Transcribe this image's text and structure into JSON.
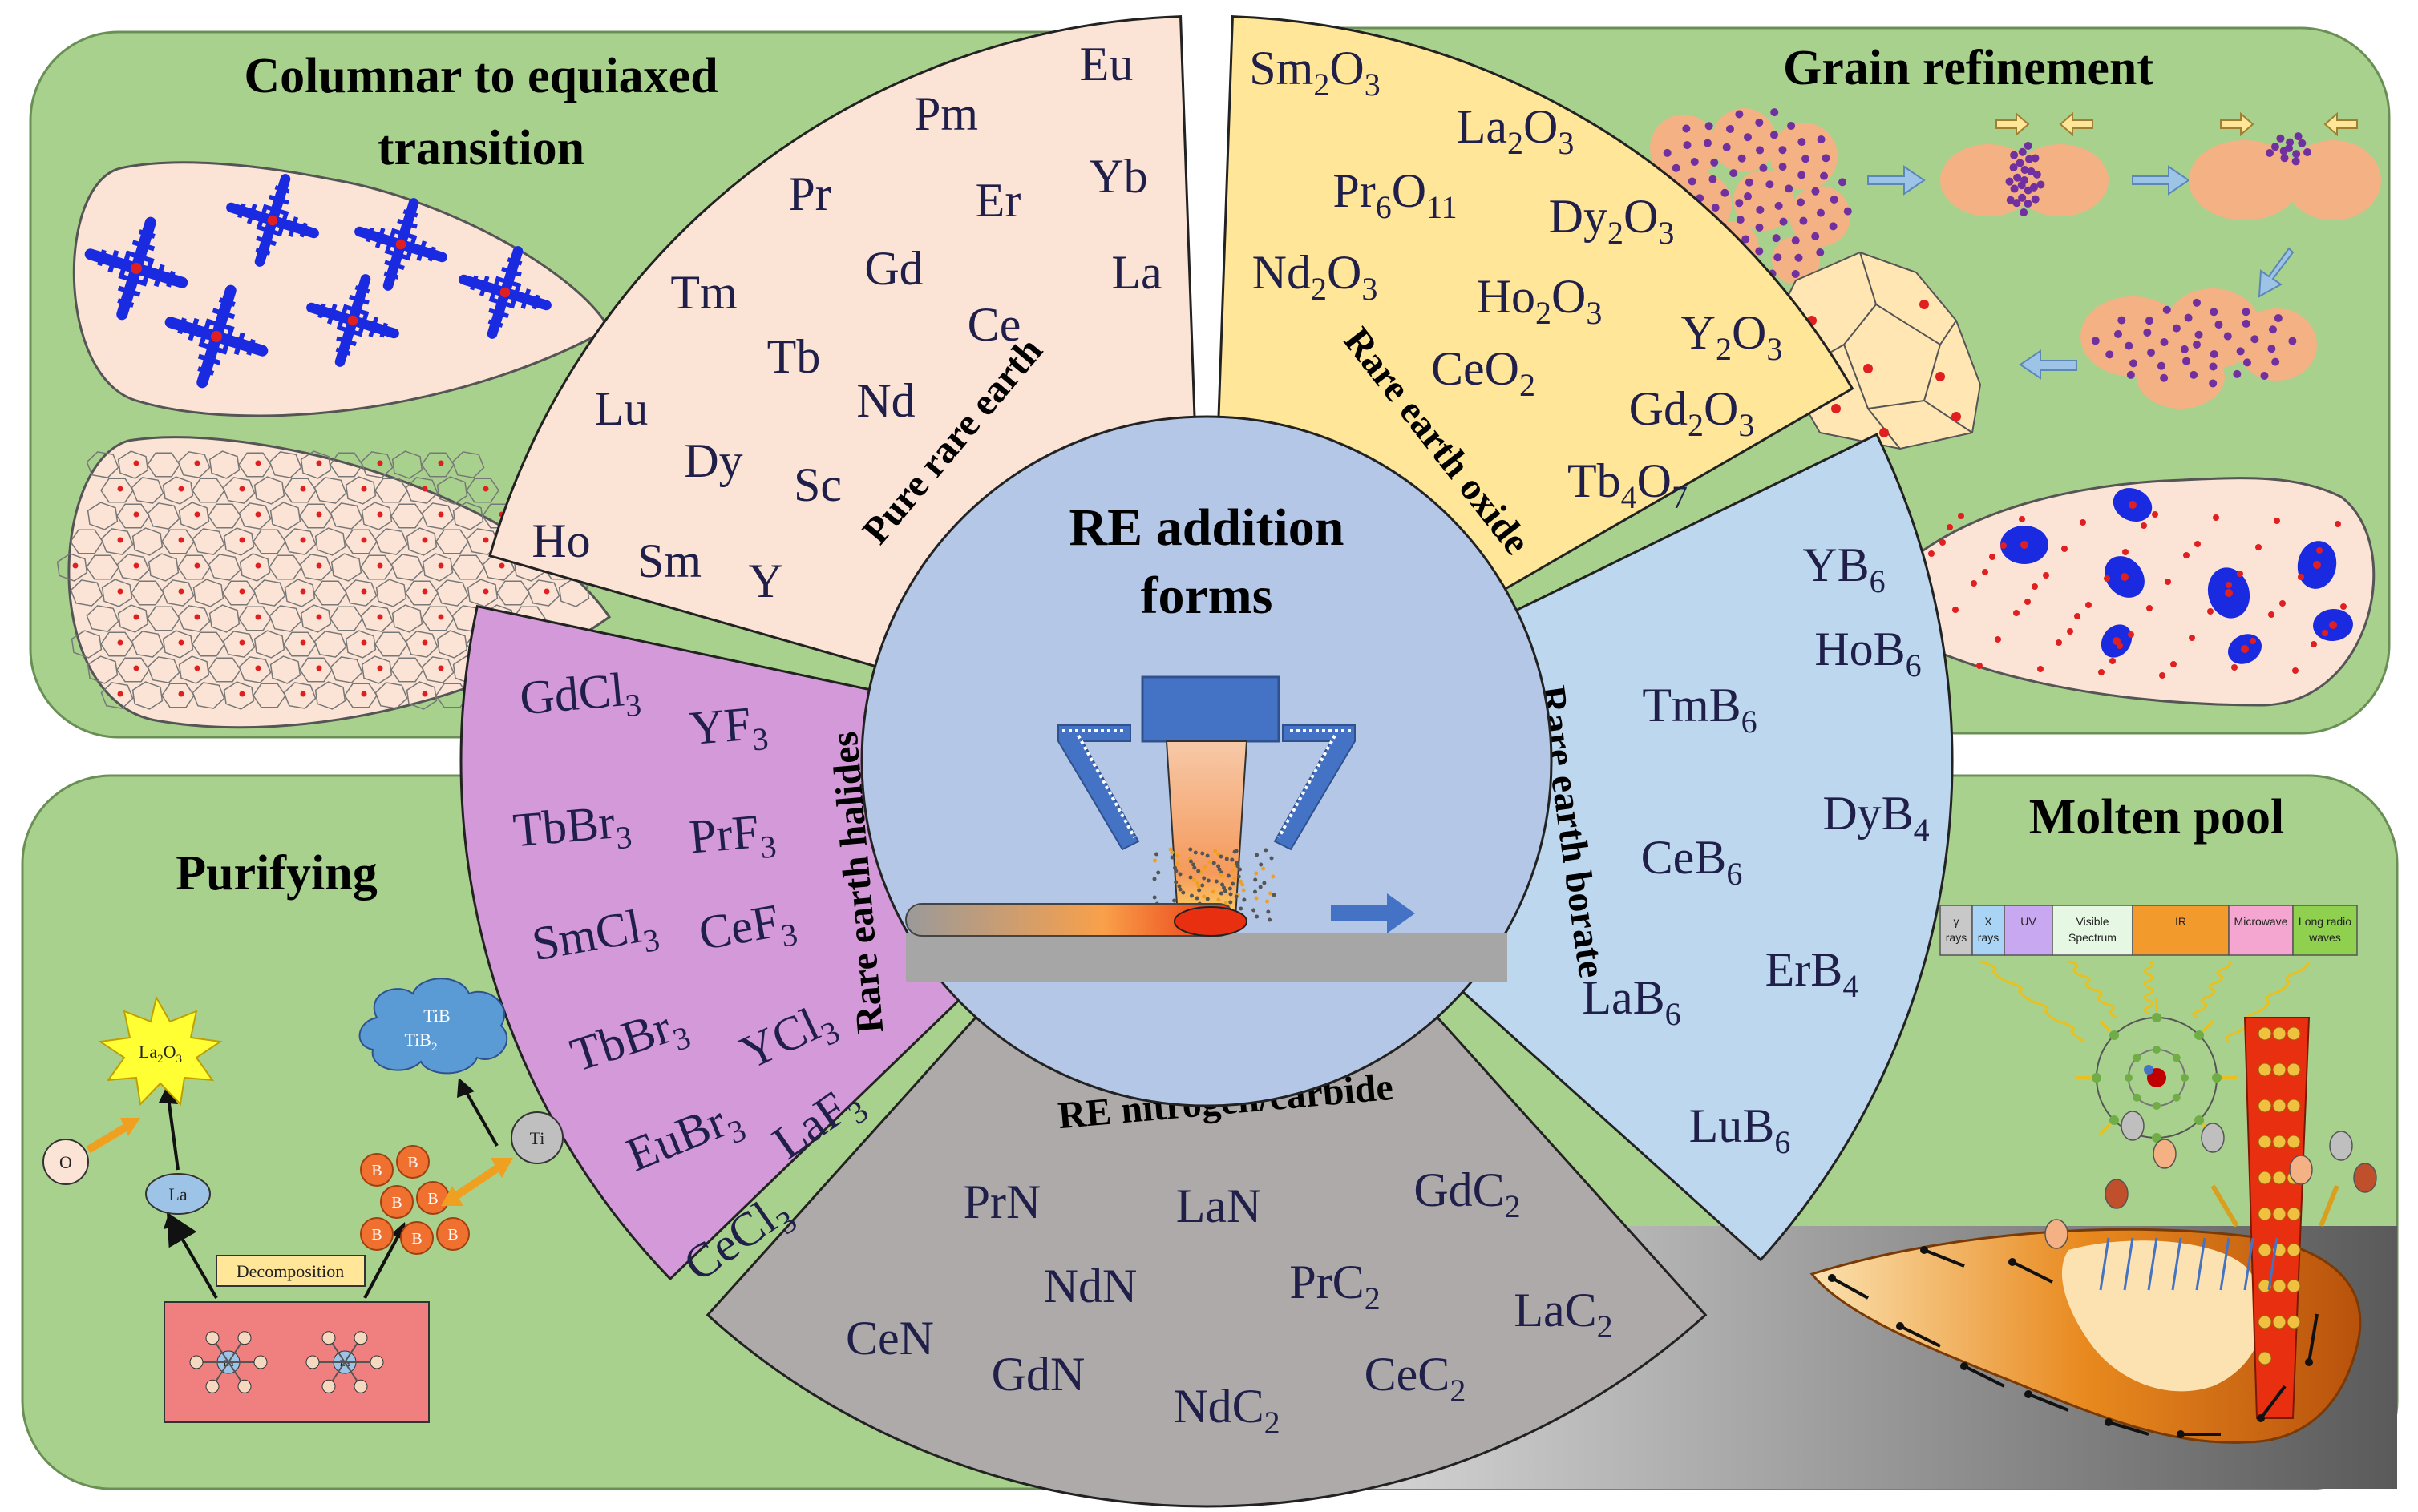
{
  "headings": {
    "columnar": [
      "Columnar to equiaxed",
      "transition"
    ],
    "grain": "Grain refinement",
    "purifying": "Purifying",
    "molten": "Molten pool"
  },
  "center": {
    "title_line1": "RE addition",
    "title_line2": "forms"
  },
  "sectors": {
    "pure": {
      "title": "Pure rare earth",
      "elements": [
        "Eu",
        "Pm",
        "Yb",
        "Pr",
        "Er",
        "La",
        "Gd",
        "Tm",
        "Ce",
        "Tb",
        "Nd",
        "Lu",
        "Dy",
        "Sc",
        "Ho",
        "Sm",
        "Y"
      ]
    },
    "oxide": {
      "title": "Rare earth oxide",
      "elements": [
        {
          "base": "Sm",
          "sub1": "2",
          "mid": "O",
          "sub2": "3"
        },
        {
          "base": "La",
          "sub1": "2",
          "mid": "O",
          "sub2": "3"
        },
        {
          "base": "Pr",
          "sub1": "6",
          "mid": "O",
          "sub2": "11"
        },
        {
          "base": "Dy",
          "sub1": "2",
          "mid": "O",
          "sub2": "3"
        },
        {
          "base": "Nd",
          "sub1": "2",
          "mid": "O",
          "sub2": "3"
        },
        {
          "base": "Ho",
          "sub1": "2",
          "mid": "O",
          "sub2": "3"
        },
        {
          "base": "Y",
          "sub1": "2",
          "mid": "O",
          "sub2": "3"
        },
        {
          "base": "CeO",
          "sub1": "2",
          "mid": "",
          "sub2": ""
        },
        {
          "base": "Gd",
          "sub1": "2",
          "mid": "O",
          "sub2": "3"
        },
        {
          "base": "Tb",
          "sub1": "4",
          "mid": "O",
          "sub2": "7"
        }
      ]
    },
    "borate": {
      "title": "Rare earth borate",
      "elements": [
        {
          "base": "YB",
          "sub": "6"
        },
        {
          "base": "HoB",
          "sub": "6"
        },
        {
          "base": "TmB",
          "sub": "6"
        },
        {
          "base": "DyB",
          "sub": "4"
        },
        {
          "base": "CeB",
          "sub": "6"
        },
        {
          "base": "ErB",
          "sub": "4"
        },
        {
          "base": "LaB",
          "sub": "6"
        },
        {
          "base": "LuB",
          "sub": "6"
        }
      ]
    },
    "nitrogen": {
      "title": "RE nitrogen/carbide",
      "elements": [
        {
          "base": "PrN",
          "sub": ""
        },
        {
          "base": "LaN",
          "sub": ""
        },
        {
          "base": "GdC",
          "sub": "2"
        },
        {
          "base": "NdN",
          "sub": ""
        },
        {
          "base": "PrC",
          "sub": "2"
        },
        {
          "base": "LaC",
          "sub": "2"
        },
        {
          "base": "CeN",
          "sub": ""
        },
        {
          "base": "GdN",
          "sub": ""
        },
        {
          "base": "NdC",
          "sub": "2"
        },
        {
          "base": "CeC",
          "sub": "2"
        }
      ]
    },
    "halide": {
      "title": "Rare earth halides",
      "elements": [
        {
          "base": "GdCl",
          "sub": "3"
        },
        {
          "base": "YF",
          "sub": "3"
        },
        {
          "base": "TbBr",
          "sub": "3"
        },
        {
          "base": "PrF",
          "sub": "3"
        },
        {
          "base": "SmCl",
          "sub": "3"
        },
        {
          "base": "CeF",
          "sub": "3"
        },
        {
          "base": "TbBr",
          "sub": "3"
        },
        {
          "base": "YCl",
          "sub": "3"
        },
        {
          "base": "EuBr",
          "sub": "3"
        },
        {
          "base": "LaF",
          "sub": "3"
        },
        {
          "base": "CeCl",
          "sub": "3"
        }
      ]
    }
  },
  "purifying": {
    "o_label": "O",
    "la_label": "La",
    "la2o3_base": "La",
    "la2o3_sub1": "2",
    "la2o3_mid": "O",
    "la2o3_sub2": "3",
    "tib_label": "TiB",
    "tib2_base": "TiB",
    "tib2_sub": "2",
    "ti_label": "Ti",
    "b_label": "B",
    "decomposition": "Decomposition",
    "molecule_center": "La"
  },
  "spectrum": [
    {
      "label1": "γ",
      "label2": "rays",
      "color": "#c8c8c8"
    },
    {
      "label1": "X",
      "label2": "rays",
      "color": "#a9d4f5"
    },
    {
      "label1": "UV",
      "label2": "",
      "color": "#c8a8f0"
    },
    {
      "label1": "Visible",
      "label2": "Spectrum",
      "color": "#e6f7e4"
    },
    {
      "label1": "IR",
      "label2": "",
      "color": "#f39a2c"
    },
    {
      "label1": "Microwave",
      "label2": "",
      "color": "#f4a6d0"
    },
    {
      "label1": "Long radio",
      "label2": "waves",
      "color": "#8fd14f"
    }
  ],
  "colors": {
    "green_panel": "#a9d18e",
    "pure_sector": "#fbe4d6",
    "oxide_sector": "#ffe699",
    "borate_sector": "#bdd7ee",
    "nitrogen_sector": "#aeaaaa",
    "halide_sector": "#d499d8",
    "center_circle": "#b4c7e7",
    "dendrite_blue": "#1a2ae0",
    "red_dot": "#e02020",
    "grain_orange": "#f4b183",
    "purple_dot": "#7030a0",
    "text_dark": "#1f1f4a"
  }
}
